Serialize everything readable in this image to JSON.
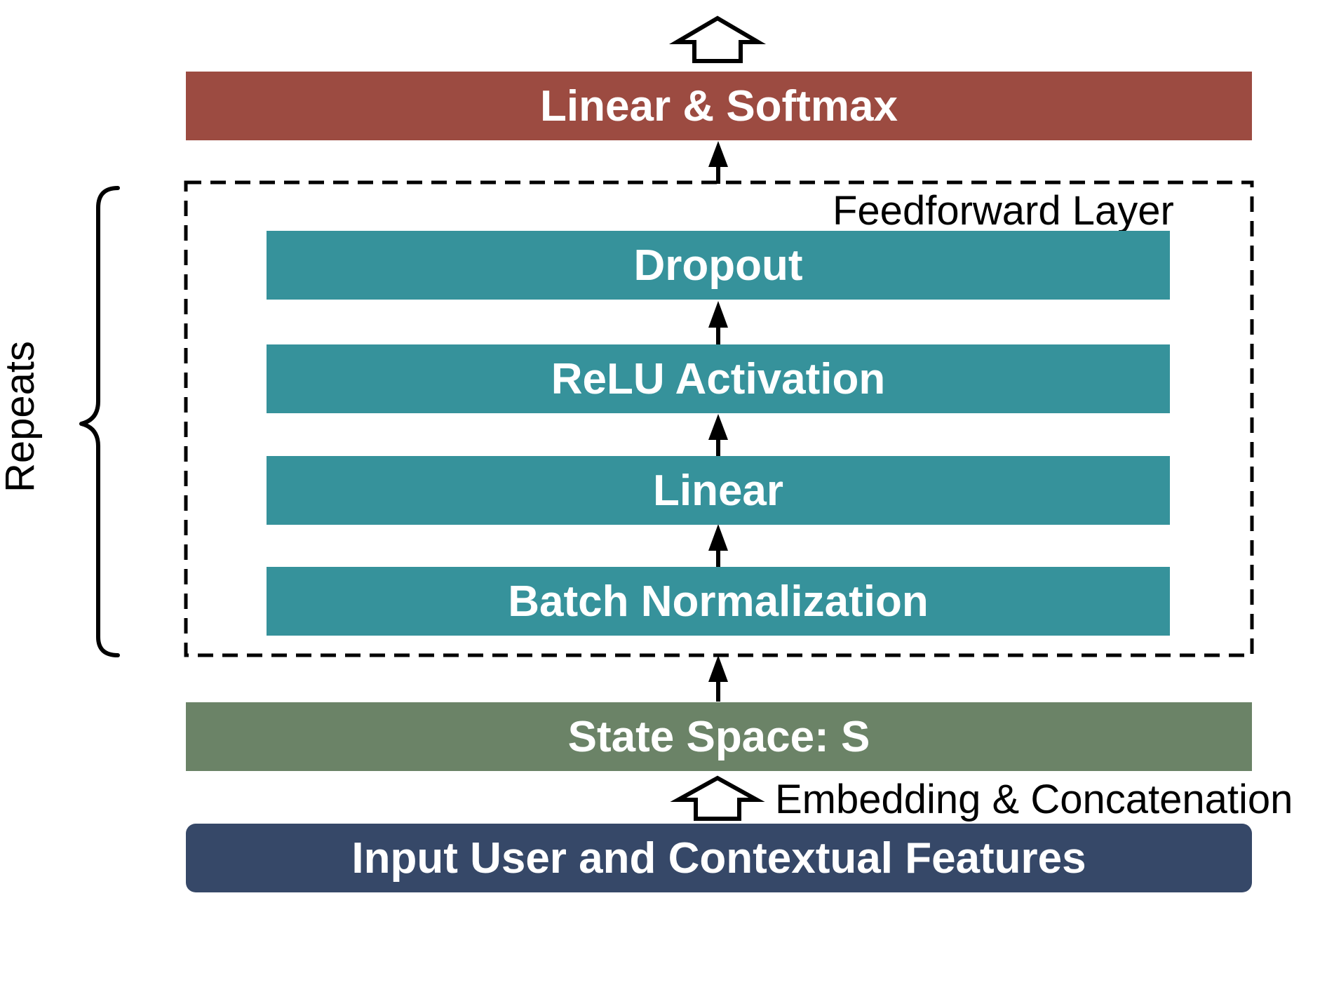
{
  "output_block": {
    "label": "Linear & Softmax",
    "color": "#9c4b41"
  },
  "feedforward": {
    "title": "Feedforward Layer",
    "layers": [
      {
        "label": "Dropout"
      },
      {
        "label": "ReLU Activation"
      },
      {
        "label": "Linear"
      },
      {
        "label": "Batch Normalization"
      }
    ],
    "layer_color": "#36929b"
  },
  "repeats_label": "Repeats",
  "state_space": {
    "label": "State Space: S",
    "color": "#6b8367"
  },
  "embedding_label": "Embedding & Concatenation",
  "input_block": {
    "label": "Input User and Contextual Features",
    "color": "#364868"
  }
}
